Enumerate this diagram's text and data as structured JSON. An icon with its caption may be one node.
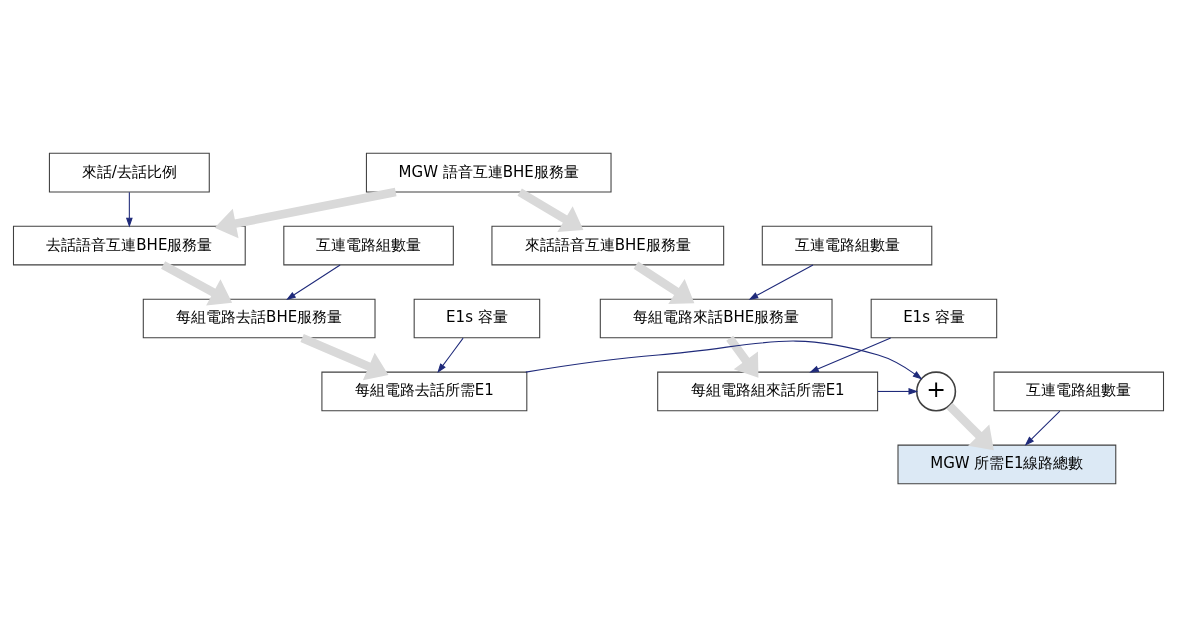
{
  "diagram": {
    "nodes": [
      {
        "text": [
          "MGW 語音互連BHE服務量"
        ]
      },
      {
        "text": [
          "來話/去話比例"
        ]
      },
      {
        "text": [
          "去話語音互連BHE服務量"
        ]
      },
      {
        "text": [
          "來話語音互連BHE服務量"
        ]
      },
      {
        "text": [
          "互連電路組數量"
        ]
      },
      {
        "text": [
          "互連電路組數量"
        ]
      },
      {
        "text": [
          "每組電路去話BHE服務量"
        ]
      },
      {
        "text": [
          "每組電路來話BHE服務量"
        ]
      },
      {
        "text": [
          "E1s 容量"
        ]
      },
      {
        "text": [
          "E1s 容量"
        ]
      },
      {
        "text": [
          "每組電路去話所需E1"
        ]
      },
      {
        "text": [
          "+"
        ]
      },
      {
        "text": [
          "每組電路組來話所需E1"
        ]
      },
      {
        "text": [
          "互連電路組數量"
        ]
      },
      {
        "text": [
          "MGW 所需E1線路總數"
        ]
      }
    ],
    "edges": [
      {
        "from": 0,
        "to": 2,
        "arrow": "to",
        "style": "thick",
        "color": "#d9d9d9"
      },
      {
        "from": 0,
        "to": 3,
        "arrow": "to",
        "style": "thick",
        "color": "#d9d9d9"
      },
      {
        "from": 1,
        "to": 2,
        "arrow": "to"
      },
      {
        "from": 2,
        "to": 6,
        "arrow": "to",
        "style": "thick",
        "color": "#d9d9d9"
      },
      {
        "from": 4,
        "to": 6,
        "arrow": "to"
      },
      {
        "from": 3,
        "to": 7,
        "arrow": "to",
        "style": "thick",
        "color": "#d9d9d9"
      },
      {
        "from": 5,
        "to": 7,
        "arrow": "to"
      },
      {
        "from": 6,
        "to": 10,
        "arrow": "to",
        "style": "thick",
        "color": "#d9d9d9"
      },
      {
        "from": 8,
        "to": 10,
        "arrow": "to"
      },
      {
        "from": 7,
        "to": 12,
        "arrow": "to",
        "style": "thick",
        "color": "#d9d9d9"
      },
      {
        "from": 9,
        "to": 12,
        "arrow": "to"
      },
      {
        "from": 10,
        "to": 11,
        "arrow": "to"
      },
      {
        "from": 12,
        "to": 11,
        "arrow": "to"
      },
      {
        "from": 11,
        "to": 14,
        "arrow": "to",
        "style": "thick",
        "color": "#d9d9d9"
      },
      {
        "from": 13,
        "to": 14,
        "arrow": "to"
      }
    ]
  }
}
